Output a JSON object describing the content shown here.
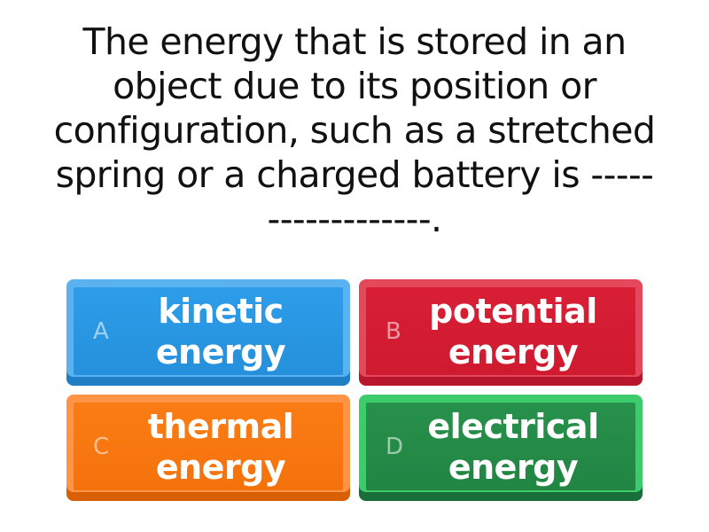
{
  "question": {
    "text": "The energy that is stored in an object due to its position or configuration, such as a stretched spring or a charged battery is ------------------."
  },
  "answers": [
    {
      "letter": "A",
      "label": "kinetic energy",
      "color": "#2e9de9"
    },
    {
      "letter": "B",
      "label": "potential energy",
      "color": "#d81f35"
    },
    {
      "letter": "C",
      "label": "thermal energy",
      "color": "#fb7c14"
    },
    {
      "letter": "D",
      "label": "electrical energy",
      "color": "#27914b"
    }
  ]
}
